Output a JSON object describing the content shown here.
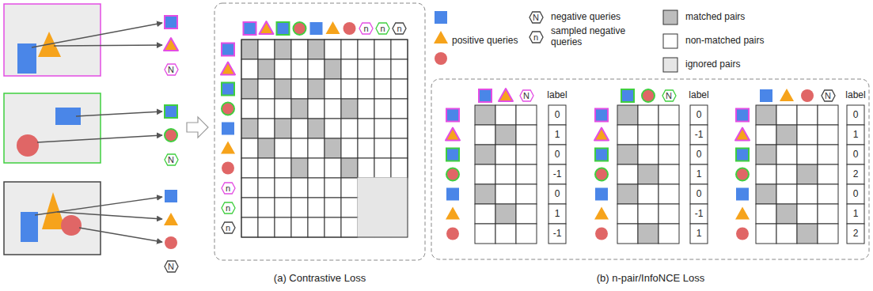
{
  "diagram": {
    "nodes": [
      {
        "text": [
          "N"
        ]
      },
      {
        "text": [
          "N"
        ]
      },
      {
        "text": [
          "N"
        ]
      },
      {
        "text": [
          "n"
        ]
      },
      {
        "text": [
          "n"
        ]
      },
      {
        "text": [
          "n"
        ]
      },
      {
        "text": [
          "n"
        ]
      },
      {
        "text": [
          "n"
        ]
      },
      {
        "text": [
          "n"
        ]
      },
      {
        "text": [
          "N"
        ]
      },
      {
        "text": [
          "n"
        ]
      },
      {
        "text": [
          "N"
        ]
      },
      {
        "text": [
          "N"
        ]
      },
      {
        "text": [
          "N"
        ]
      }
    ],
    "labels": [
      "label",
      "0",
      "1",
      "0",
      "-1",
      "0",
      "1",
      "-1",
      "label",
      "0",
      "-1",
      "0",
      "1",
      "0",
      "-1",
      "1",
      "label",
      "0",
      "1",
      "0",
      "2",
      "0",
      "1",
      "2",
      "(a) Contrastive Loss",
      "(b) n-pair/InfoNCE Loss"
    ],
    "legend": [
      {
        "text": "positive queries"
      },
      {
        "text": "negative queries"
      },
      {
        "text": "sampled negative queries"
      },
      {
        "text": "matched pairs",
        "color": "#bdbdbd"
      },
      {
        "text": "non-matched pairs",
        "color": "#ffffff"
      },
      {
        "text": "ignored pairs",
        "color": "#e6e6e6"
      }
    ]
  }
}
